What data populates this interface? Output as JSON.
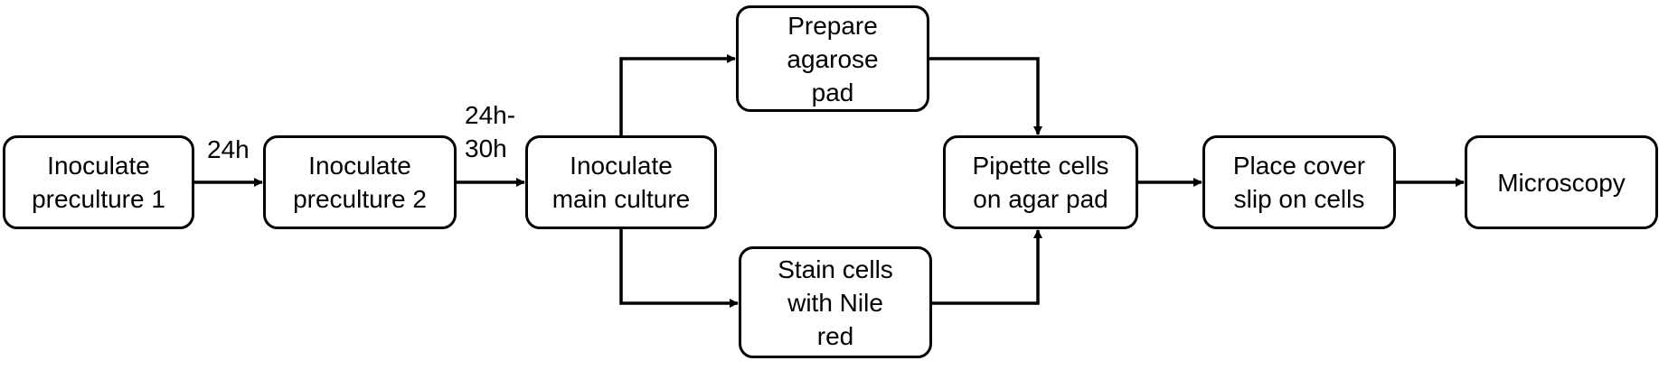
{
  "nodes": {
    "inoculate_preculture_1": "Inoculate\npreculture 1",
    "inoculate_preculture_2": "Inoculate\npreculture 2",
    "inoculate_main_culture": "Inoculate\nmain culture",
    "prepare_agarose_pad": "Prepare\nagarose\npad",
    "stain_cells_nile_red": "Stain cells\nwith Nile\nred",
    "pipette_cells": "Pipette cells\non agar pad",
    "place_cover_slip": "Place cover\nslip on cells",
    "microscopy": "Microscopy"
  },
  "edge_labels": {
    "preculture1_to_preculture2": "24h",
    "preculture2_to_main": "24h-\n30h"
  },
  "colors": {
    "stroke": "#000000",
    "background": "#ffffff"
  }
}
